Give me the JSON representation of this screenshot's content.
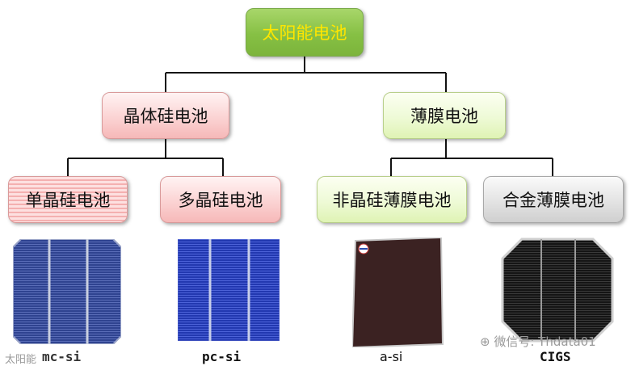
{
  "root": {
    "label": "太阳能电池"
  },
  "level2": {
    "crystalline": "晶体硅电池",
    "thin_film": "薄膜电池"
  },
  "level3": {
    "mono": "单晶硅电池",
    "poly": "多晶硅电池",
    "amorphous": "非晶硅薄膜电池",
    "alloy": "合金薄膜电池"
  },
  "captions": {
    "mono": "mc-si",
    "poly": "pc-si",
    "amorphous": "a-si",
    "alloy": "CIGS"
  },
  "watermark": {
    "left": "太阳能",
    "right": "微信号: Thdata01"
  },
  "colors": {
    "root_text": "#ffe600",
    "root_fill": "#86c044",
    "pink_fill": "#fbd3d3",
    "green_fill": "#eefad6",
    "gray_fill": "#e3e3e3",
    "mono_cell": "#2d3f8c",
    "poly_cell": "#2436a8",
    "asi_cell": "#3a2323",
    "cigs_cell": "#1a1a1a"
  }
}
